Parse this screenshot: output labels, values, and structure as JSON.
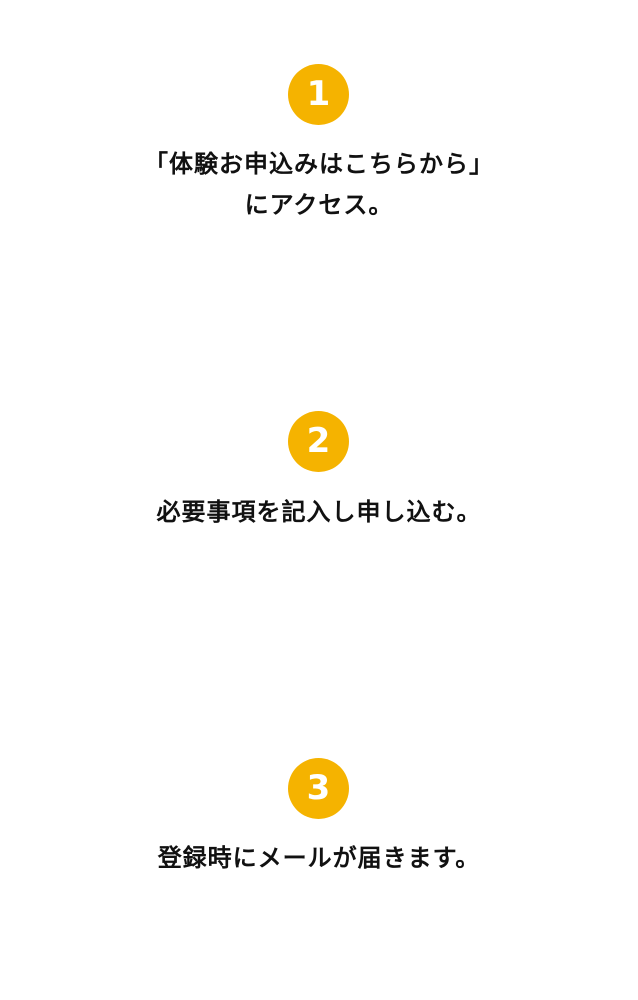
{
  "theme": {
    "badge_color": "#F5B300",
    "badge_text_color": "#FFFFFF",
    "text_color": "#111111",
    "background": "#FFFFFF"
  },
  "steps": [
    {
      "number": "1",
      "lines": [
        "「体験お申込みはこちらから」",
        "にアクセス。"
      ]
    },
    {
      "number": "2",
      "lines": [
        "必要事項を記入し申し込む。"
      ]
    },
    {
      "number": "3",
      "lines": [
        "登録時にメールが届きます。"
      ]
    }
  ]
}
